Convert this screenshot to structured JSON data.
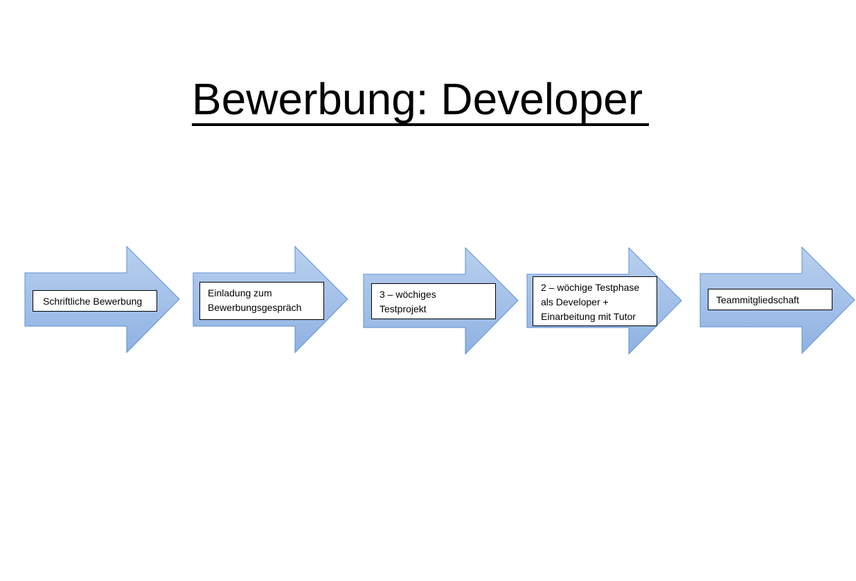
{
  "title": "Bewerbung: Developer",
  "colors": {
    "arrow_fill_top": "#b9d0ee",
    "arrow_fill_bottom": "#8fb2e3",
    "arrow_stroke": "#5b8fd4",
    "box_border": "#000000",
    "text": "#000000"
  },
  "steps": [
    {
      "label": "Schriftliche Bewerbung"
    },
    {
      "label": "Einladung zum Bewerbungsgespräch"
    },
    {
      "label": "3 – wöchiges Testprojekt"
    },
    {
      "label": "2 – wöchige Testphase als Developer + Einarbeitung mit Tutor"
    },
    {
      "label": "Teammitgliedschaft"
    }
  ]
}
